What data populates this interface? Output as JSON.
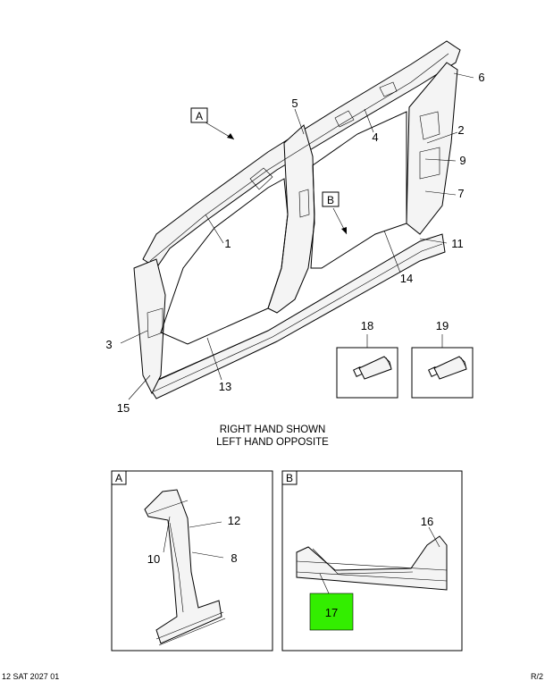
{
  "callouts": {
    "c1": "1",
    "c2": "2",
    "c3": "3",
    "c4": "4",
    "c5": "5",
    "c6": "6",
    "c7": "7",
    "c8": "8",
    "c9": "9",
    "c10": "10",
    "c11": "11",
    "c12": "12",
    "c13": "13",
    "c14": "14",
    "c15": "15",
    "c16": "16",
    "c17": "17",
    "c18": "18",
    "c19": "19"
  },
  "view_labels": {
    "a": "A",
    "b": "B"
  },
  "note": {
    "line1": "RIGHT HAND SHOWN",
    "line2": "LEFT HAND OPPOSITE"
  },
  "footer": {
    "left": "12 SAT 2027 01",
    "right": "R/2"
  },
  "highlight_color": "#33ee00"
}
